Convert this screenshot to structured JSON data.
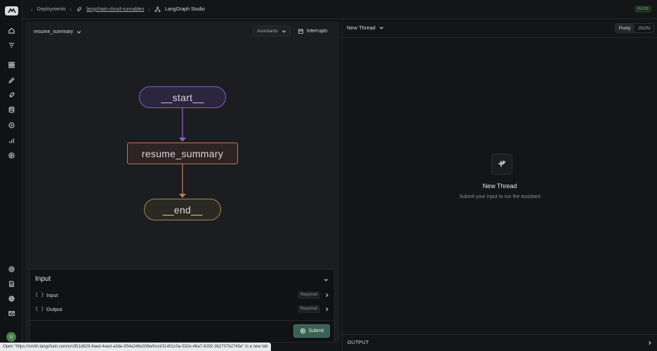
{
  "breadcrumb": {
    "items": [
      {
        "label": "Deployments"
      },
      {
        "label": "langchain-cloud-runnables"
      },
      {
        "label": "LangGraph Studio"
      }
    ]
  },
  "plan_badge": "PLUS",
  "graph_panel": {
    "graph_select": "resume_summary",
    "assistants_label": "Assistants",
    "interrupts_label": "Interrupts",
    "nodes": {
      "start": "__start__",
      "mid": "resume_summary",
      "end": "__end__"
    },
    "colors": {
      "start_border": "#8b5fc4",
      "mid_border": "#c07655",
      "end_border": "#a2894d"
    }
  },
  "input_panel": {
    "title": "Input",
    "rows": [
      {
        "brace": "{ }",
        "label": "Input",
        "badge": "Required"
      },
      {
        "brace": "{ }",
        "label": "Output",
        "badge": "Required"
      }
    ],
    "submit_label": "Submit"
  },
  "thread_panel": {
    "title": "New Thread",
    "toggle": {
      "pretty": "Pretty",
      "json": "JSON"
    },
    "empty_title": "New Thread",
    "empty_subtitle": "Submit your input to run the assistant",
    "output_label": "OUTPUT"
  },
  "avatar_initial": "U",
  "status_url": "Open \"https://smith.langchain.com/o/c951d629-8aed-4aed-a3de-954a246e336e/host/31401c0a-532e-46a7-8292-3b2707b2745e\" in a new tab",
  "accent_color": "#3a6153"
}
